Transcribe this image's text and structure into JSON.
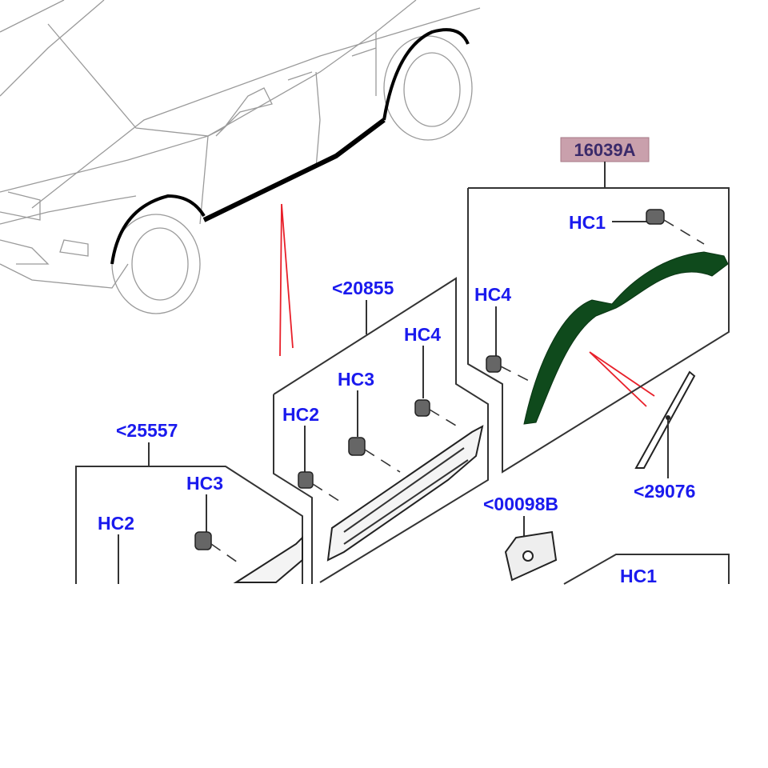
{
  "diagram": {
    "highlighted_part": {
      "label": "16039A",
      "color": "#c9a0ac",
      "part_color": "#0f4a1c"
    },
    "callouts": {
      "hc1_top": "HC1",
      "hc4_right": "HC4",
      "ref_20855": "<20855",
      "hc4_mid": "HC4",
      "hc3_mid": "HC3",
      "hc2_mid": "HC2",
      "ref_25557": "<25557",
      "hc3_left": "HC3",
      "hc2_left": "HC2",
      "ref_00098b": "<00098B",
      "ref_29076": "<29076",
      "hc1_bottom": "HC1"
    },
    "label_color": "#1a1aee",
    "pointer_color": "#e8202a"
  }
}
